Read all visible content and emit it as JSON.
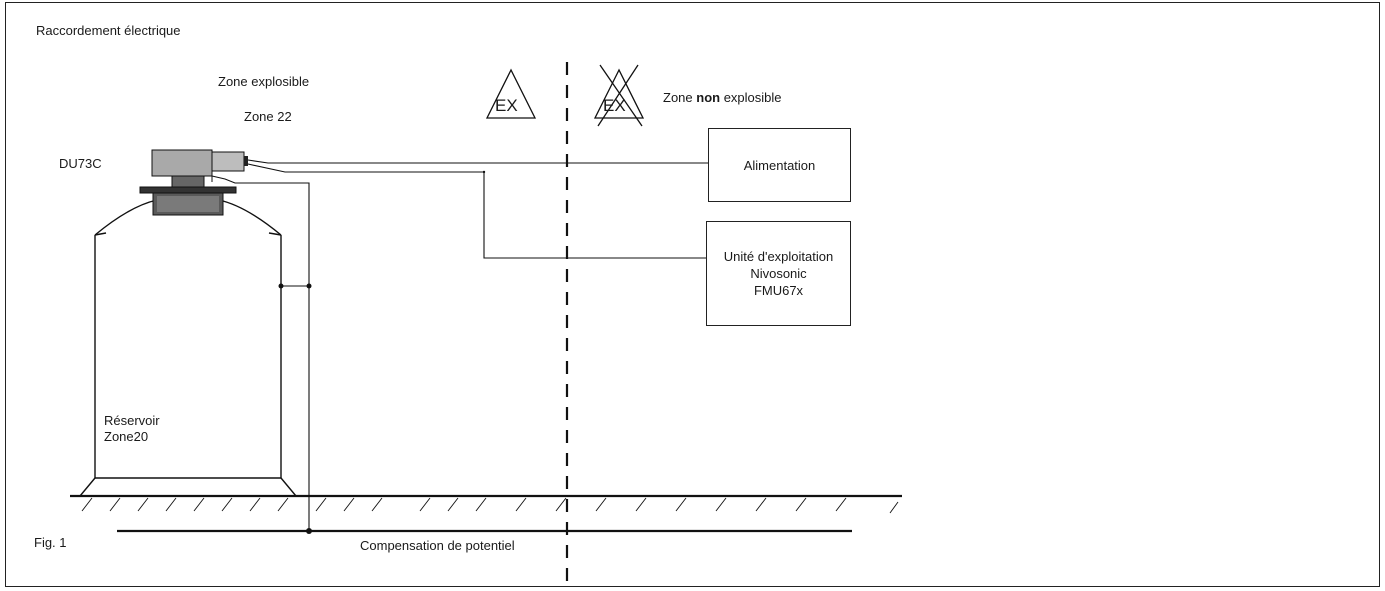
{
  "title": "Raccordement électrique",
  "zone_explosive": {
    "label": "Zone explosible",
    "zone": "Zone 22",
    "ex_symbol_text": "EX"
  },
  "zone_non_explosive": {
    "prefix": "Zone ",
    "bold": "non",
    "suffix": " explosible",
    "ex_symbol_text": "EX"
  },
  "sensor": {
    "name": "DU73C"
  },
  "tank": {
    "line1": "Réservoir",
    "line2": "Zone20"
  },
  "power_supply": {
    "label": "Alimentation"
  },
  "evaluation_unit": {
    "line1": "Unité d'exploitation",
    "line2": "Nivosonic",
    "line3": "FMU67x"
  },
  "equipotential": {
    "label": "Compensation de potentiel"
  },
  "figure": {
    "label": "Fig. 1"
  }
}
